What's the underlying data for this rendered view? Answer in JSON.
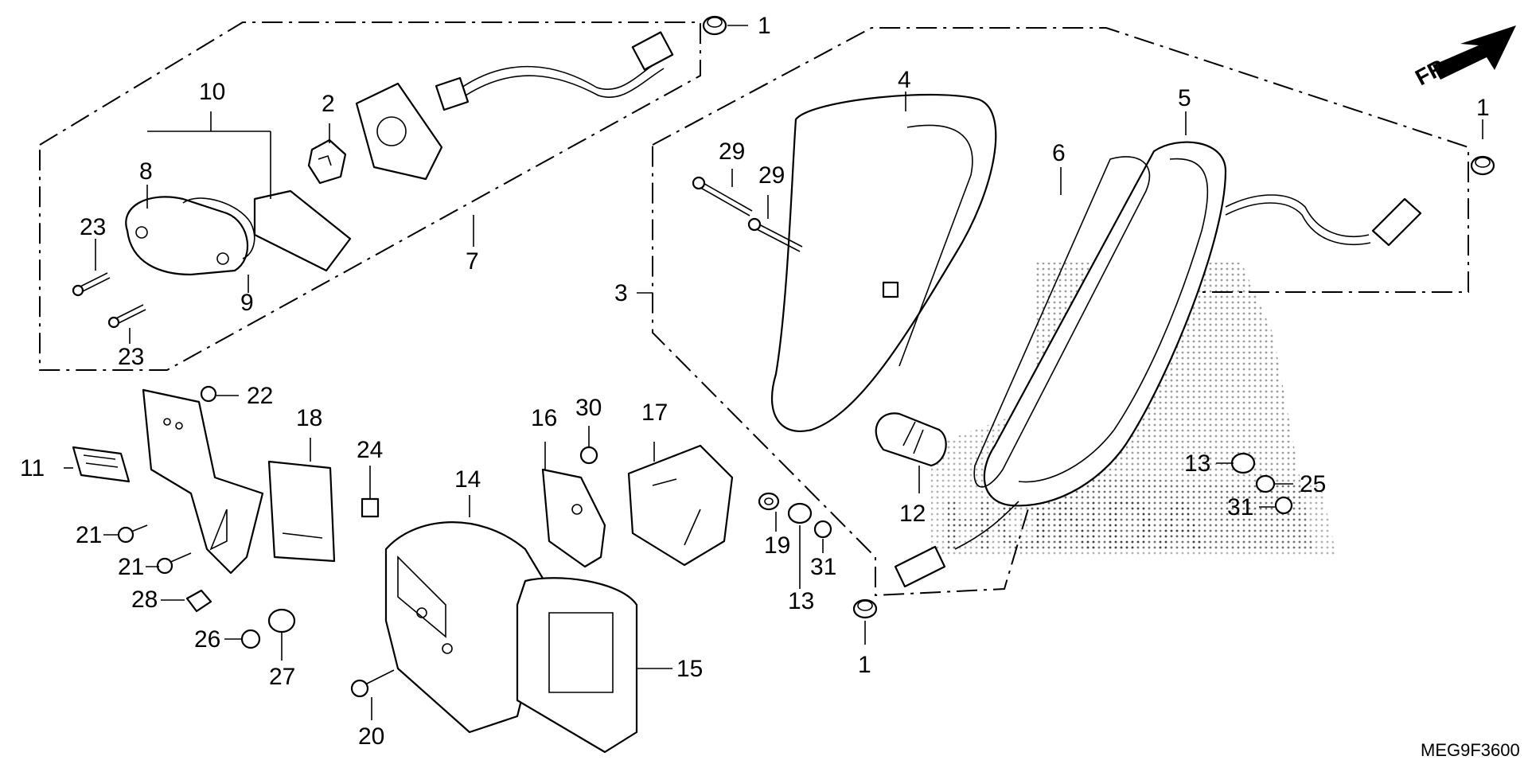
{
  "diagram": {
    "direction_label": "FR.",
    "drawing_code": "MEG9F3600",
    "callouts": [
      "1",
      "1",
      "1",
      "2",
      "3",
      "4",
      "5",
      "6",
      "7",
      "8",
      "9",
      "10",
      "11",
      "12",
      "13",
      "13",
      "14",
      "15",
      "16",
      "17",
      "18",
      "19",
      "20",
      "21",
      "21",
      "22",
      "23",
      "23",
      "24",
      "25",
      "26",
      "27",
      "28",
      "29",
      "29",
      "30",
      "31",
      "31"
    ]
  }
}
